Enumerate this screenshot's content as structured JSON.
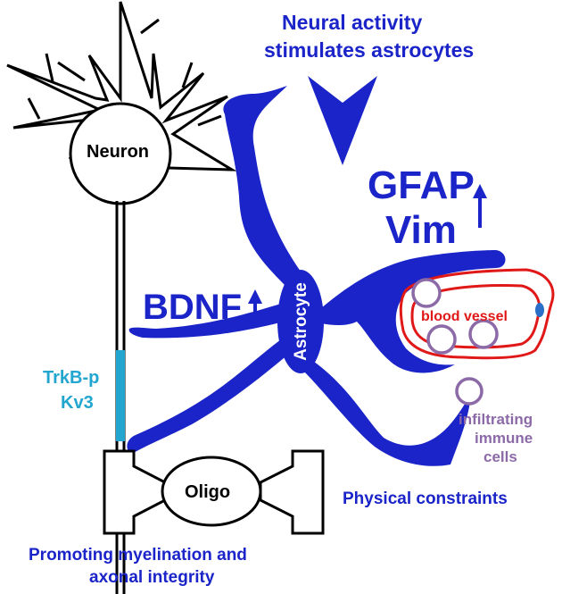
{
  "diagram": {
    "title_line1": "Neural activity",
    "title_line2": "stimulates astrocytes",
    "neuron_label": "Neuron",
    "astrocyte_label": "Astrocyte",
    "oligo_label": "Oligo",
    "markers_line1": "GFAP",
    "markers_line2": "Vim",
    "bdnf_label": "BDNF",
    "trkb_label": "TrkB-p",
    "kv3_label": "Kv3",
    "vessel_label": "blood vessel",
    "immune_line1": "infiltrating",
    "immune_line2": "immune",
    "immune_line3": "cells",
    "constraints_label": "Physical constraints",
    "myelination_line1": "Promoting myelination and",
    "myelination_line2": "axonal integrity",
    "up_arrow": "↑"
  },
  "colors": {
    "astrocyte": "#1a24c8",
    "text_blue": "#1a24c8",
    "trkb": "#22a6d0",
    "vessel": "#e01818",
    "immune": "#8c6aa8",
    "outline": "#000000"
  }
}
